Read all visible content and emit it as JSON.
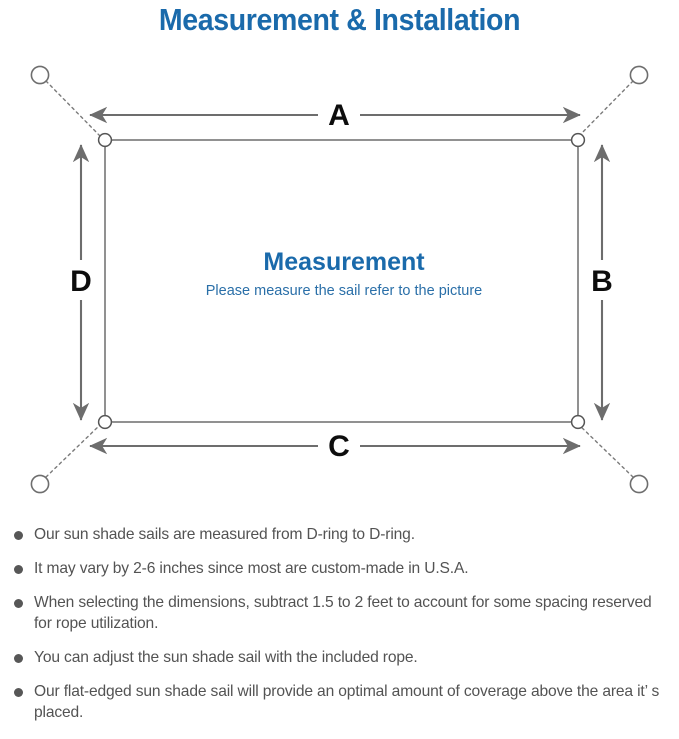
{
  "page": {
    "title": "Measurement & Installation",
    "title_color": "#1a6aab",
    "background_color": "#ffffff"
  },
  "diagram": {
    "name": "sail-measurement-diagram",
    "center": {
      "heading": "Measurement",
      "subheading": "Please measure the sail refer to the picture",
      "heading_color": "#1a6aab",
      "subheading_color": "#2a6fa8"
    },
    "dimension_labels": {
      "top": "A",
      "right": "B",
      "bottom": "C",
      "left": "D"
    },
    "sail_outline_color": "#6d6d6d",
    "arrow_color": "#6d6d6d",
    "rope_line_color": "#7a7a7a",
    "anchor_count": 4,
    "d_ring_count": 4
  },
  "notes": {
    "bullet_color": "#575757",
    "text_color": "#535353",
    "items": [
      "Our sun shade sails are measured from D-ring to D-ring.",
      "It may vary by 2-6 inches since most are custom-made in U.S.A.",
      "When selecting the dimensions, subtract 1.5 to 2 feet to account for some spacing reserved for rope utilization.",
      "You can adjust the sun shade sail with the included rope.",
      "Our flat-edged sun shade sail will provide an optimal amount of coverage above the area it’ s placed."
    ]
  }
}
